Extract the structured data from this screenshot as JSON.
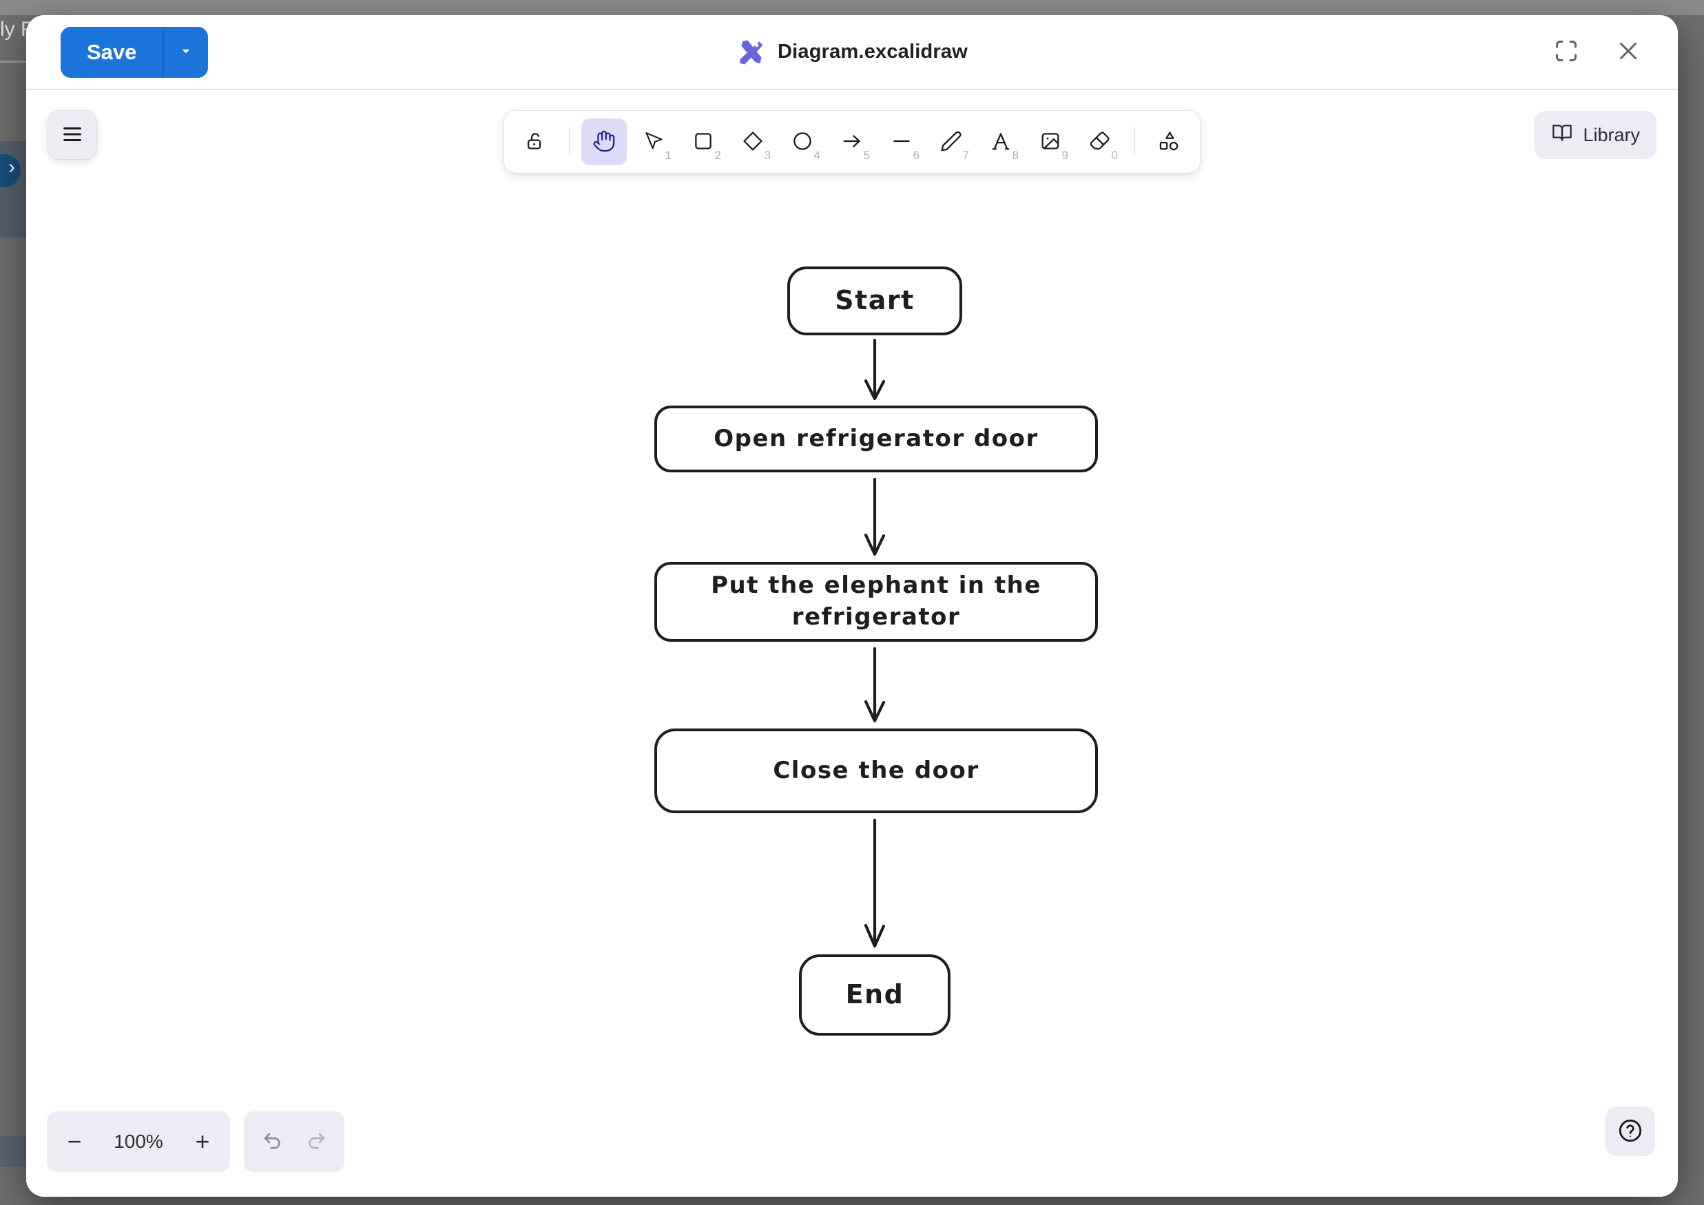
{
  "background_app": {
    "clipped_text": "ly F"
  },
  "header": {
    "save_button": {
      "label": "Save",
      "caret_icon": "chevron-down-icon"
    },
    "title": "Diagram.excalidraw",
    "logo_icon": "excalidraw-logo",
    "fullscreen_icon": "fullscreen-icon",
    "close_icon": "close-icon"
  },
  "toolbar": {
    "menu_icon": "hamburger-menu-icon",
    "tools": [
      {
        "name": "lock",
        "shortcut": "",
        "selected": false
      },
      {
        "name": "hand",
        "shortcut": "",
        "selected": true
      },
      {
        "name": "selection",
        "shortcut": "1",
        "selected": false
      },
      {
        "name": "rectangle",
        "shortcut": "2",
        "selected": false
      },
      {
        "name": "diamond",
        "shortcut": "3",
        "selected": false
      },
      {
        "name": "ellipse",
        "shortcut": "4",
        "selected": false
      },
      {
        "name": "arrow",
        "shortcut": "5",
        "selected": false
      },
      {
        "name": "line",
        "shortcut": "6",
        "selected": false
      },
      {
        "name": "draw",
        "shortcut": "7",
        "selected": false
      },
      {
        "name": "text",
        "shortcut": "8",
        "selected": false
      },
      {
        "name": "image",
        "shortcut": "9",
        "selected": false
      },
      {
        "name": "eraser",
        "shortcut": "0",
        "selected": false
      },
      {
        "name": "shapes",
        "shortcut": "",
        "selected": false
      }
    ],
    "library_button": {
      "label": "Library",
      "icon": "open-book-icon"
    }
  },
  "canvas": {
    "flowchart": {
      "nodes": [
        {
          "id": "start",
          "label": "Start"
        },
        {
          "id": "open",
          "label": "Open refrigerator door"
        },
        {
          "id": "put",
          "label": "Put the elephant in the refrigerator"
        },
        {
          "id": "close",
          "label": "Close the door"
        },
        {
          "id": "end",
          "label": "End"
        }
      ],
      "edges": [
        {
          "from": "start",
          "to": "open"
        },
        {
          "from": "open",
          "to": "put"
        },
        {
          "from": "put",
          "to": "close"
        },
        {
          "from": "close",
          "to": "end"
        }
      ]
    }
  },
  "footer": {
    "zoom_out_label": "−",
    "zoom_level": "100%",
    "zoom_in_label": "+",
    "undo_icon": "undo-icon",
    "redo_icon": "redo-icon",
    "help_icon": "question-mark-icon"
  },
  "colors": {
    "save_blue": "#1b74d9",
    "logo_purple": "#6965db",
    "selected_tool_bg": "#dcdcf9",
    "selected_tool_icon": "#23238f",
    "island_bg": "#ececf4",
    "stroke_dark": "#1e1e1e",
    "overlay_gray": "#6f6f6f"
  }
}
